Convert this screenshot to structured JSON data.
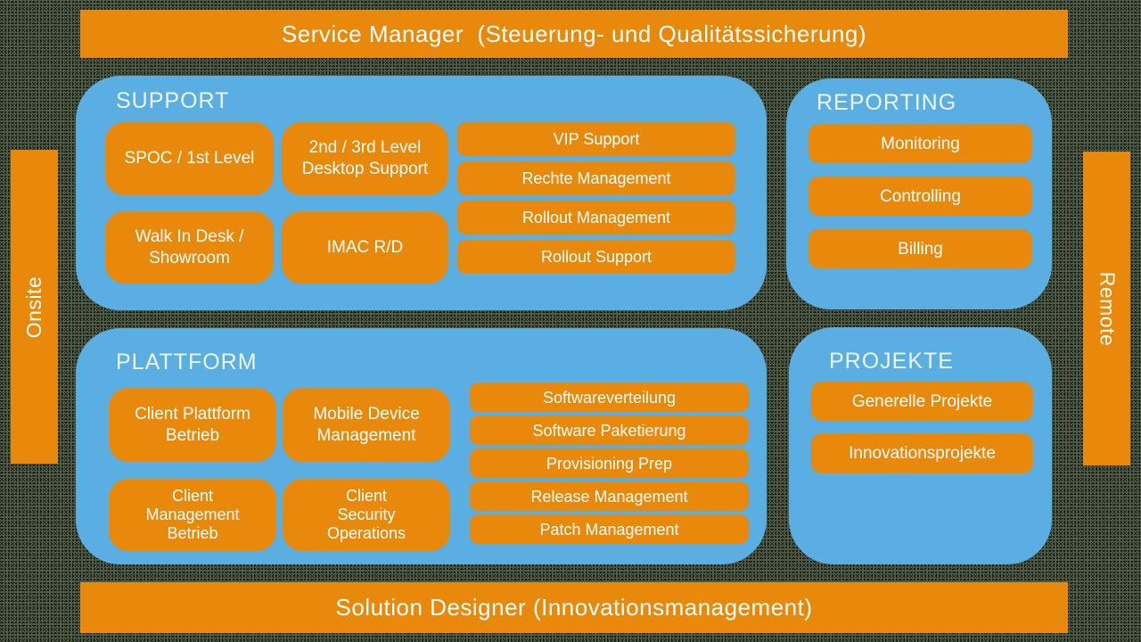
{
  "colors": {
    "orange": "#e8890c",
    "blue": "#5baee1",
    "background_base": "#4e5b46",
    "text": "#ffffff",
    "section_label": "#edf5fa"
  },
  "banners": {
    "top": "Service Manager  (Steuerung- und Qualitätssicherung)",
    "bottom": "Solution Designer (Innovationsmanagement)"
  },
  "side_bars": {
    "left": "Onsite",
    "right": "Remote"
  },
  "sections": {
    "support": {
      "title": "SUPPORT",
      "boxes": [
        "SPOC / 1st Level",
        "2nd / 3rd Level\nDesktop Support",
        "Walk In Desk /\nShowroom",
        "IMAC R/D"
      ],
      "pills": [
        "VIP Support",
        "Rechte Management",
        "Rollout Management",
        "Rollout Support"
      ]
    },
    "reporting": {
      "title": "REPORTING",
      "boxes": [
        "Monitoring",
        "Controlling",
        "Billing"
      ]
    },
    "plattform": {
      "title": "PLATTFORM",
      "boxes": [
        "Client Plattform\nBetrieb",
        "Mobile Device\nManagement",
        "Client\nManagement\nBetrieb",
        "Client\nSecurity\nOperations"
      ],
      "pills": [
        "Softwareverteilung",
        "Software Paketierung",
        "Provisioning Prep",
        "Release Management",
        "Patch Management"
      ]
    },
    "projekte": {
      "title": "PROJEKTE",
      "boxes": [
        "Generelle Projekte",
        "Innovationsprojekte"
      ]
    }
  }
}
